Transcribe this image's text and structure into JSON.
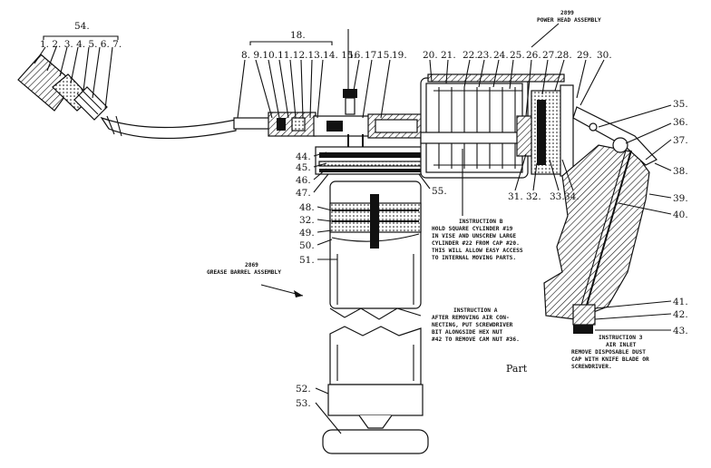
{
  "callouts": {
    "c54": "54.",
    "c1to7": "1. 2. 3. 4. 5. 6. 7.",
    "c18": "18.",
    "c8to15": "8. 9.10.11.12.13.14. 15.",
    "c16": "16.",
    "c17": "17.",
    "c15b": "15.",
    "c19": "19.",
    "c20": "20.",
    "c21": "21.",
    "c22": "22.",
    "c23": "23.",
    "c24": "24.",
    "c25": "25.",
    "c26": "26.",
    "c27": "27.",
    "c28": "28.",
    "c29": "29.",
    "c30": "30.",
    "c35": "35.",
    "c36": "36.",
    "c37": "37.",
    "c38": "38.",
    "c39": "39.",
    "c40": "40.",
    "c41": "41.",
    "c42": "42.",
    "c43": "43.",
    "c44": "44.",
    "c45": "45.",
    "c46": "46.",
    "c47": "47.",
    "c55": "55.",
    "c31": "31.",
    "c32": "32.",
    "c33": "33.",
    "c34": "34.",
    "c48": "48.",
    "c32b": "32.",
    "c49": "49.",
    "c50": "50.",
    "c51": "51.",
    "c52": "52.",
    "c53": "53."
  },
  "power_head": {
    "number": "2899",
    "title": "POWER HEAD ASSEMBLY"
  },
  "grease_barrel": {
    "number": "2869",
    "title": "GREASE BARREL ASSEMBLY"
  },
  "instruction_b": [
    "INSTRUCTION B",
    "HOLD SQUARE CYLINDER #19",
    "IN VISE AND UNSCREW LARGE",
    "CYLINDER #22 FROM CAP #20.",
    "THIS WILL ALLOW EASY ACCESS",
    "TO INTERNAL MOVING PARTS."
  ],
  "instruction_a": [
    "INSTRUCTION A",
    "AFTER REMOVING AIR CON-",
    "NECTING, PUT SCREWDRIVER",
    "BIT ALONGSIDE HEX NUT",
    "#42 TO REMOVE CAM NUT #36."
  ],
  "instruction_3": [
    "INSTRUCTION 3",
    "AIR INLET",
    "REMOVE DISPOSABLE DUST",
    "CAP WITH KNIFE BLADE OR",
    "SCREWDRIVER."
  ],
  "part_text": "Part"
}
